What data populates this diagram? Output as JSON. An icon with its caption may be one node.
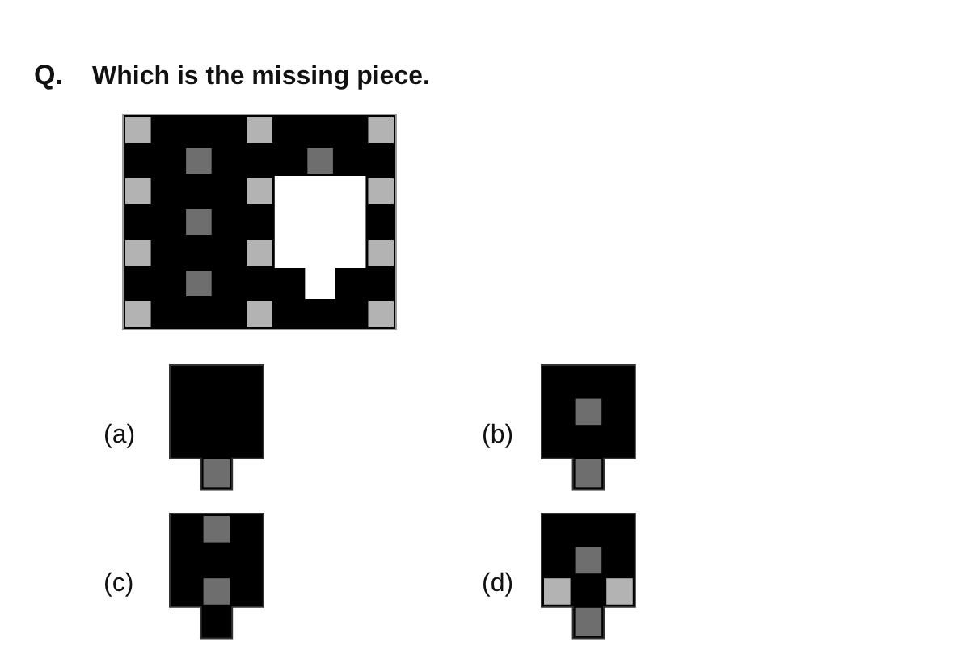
{
  "diagram": {
    "title": "Which is the missing piece.",
    "labels": [
      "Q.",
      "(a)",
      "(b)",
      "(c)",
      "(d)"
    ]
  }
}
